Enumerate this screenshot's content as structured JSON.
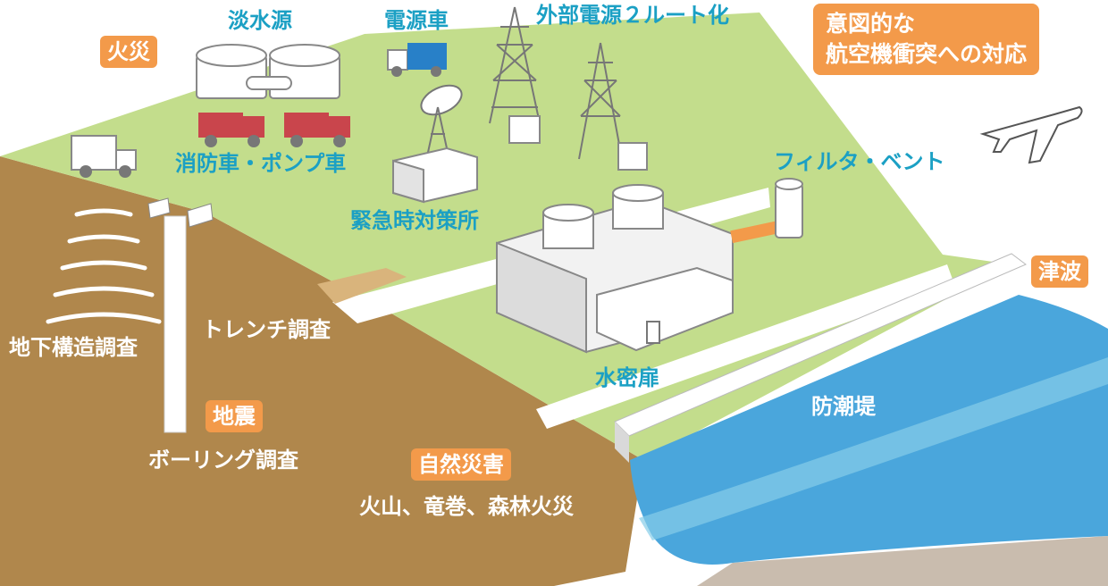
{
  "labels": {
    "fire": "火災",
    "fresh_water": "淡水源",
    "power_vehicle": "電源車",
    "external_power": "外部電源２ルート化",
    "fire_trucks": "消防車・ポンプ車",
    "emergency_office": "緊急時対策所",
    "filter_vent": "フィルタ・ベント",
    "tsunami": "津波",
    "trench_survey": "トレンチ調査",
    "underground_survey": "地下構造調査",
    "earthquake": "地震",
    "boring_survey": "ボーリング調査",
    "natural_disaster": "自然災害",
    "natural_disaster_examples": "火山、竜巻、森林火災",
    "watertight_door": "水密扉",
    "seawall": "防潮堤",
    "aircraft_line1": "意図的な",
    "aircraft_line2": "航空機衝突への対応"
  },
  "colors": {
    "ground": "#b0874c",
    "grass": "#c3dd8c",
    "sea": "#4aa6dc",
    "accent": "#f39a4a",
    "label": "#1ba0c4",
    "truck_red": "#c9454c",
    "truck_blue": "#2880c8"
  }
}
